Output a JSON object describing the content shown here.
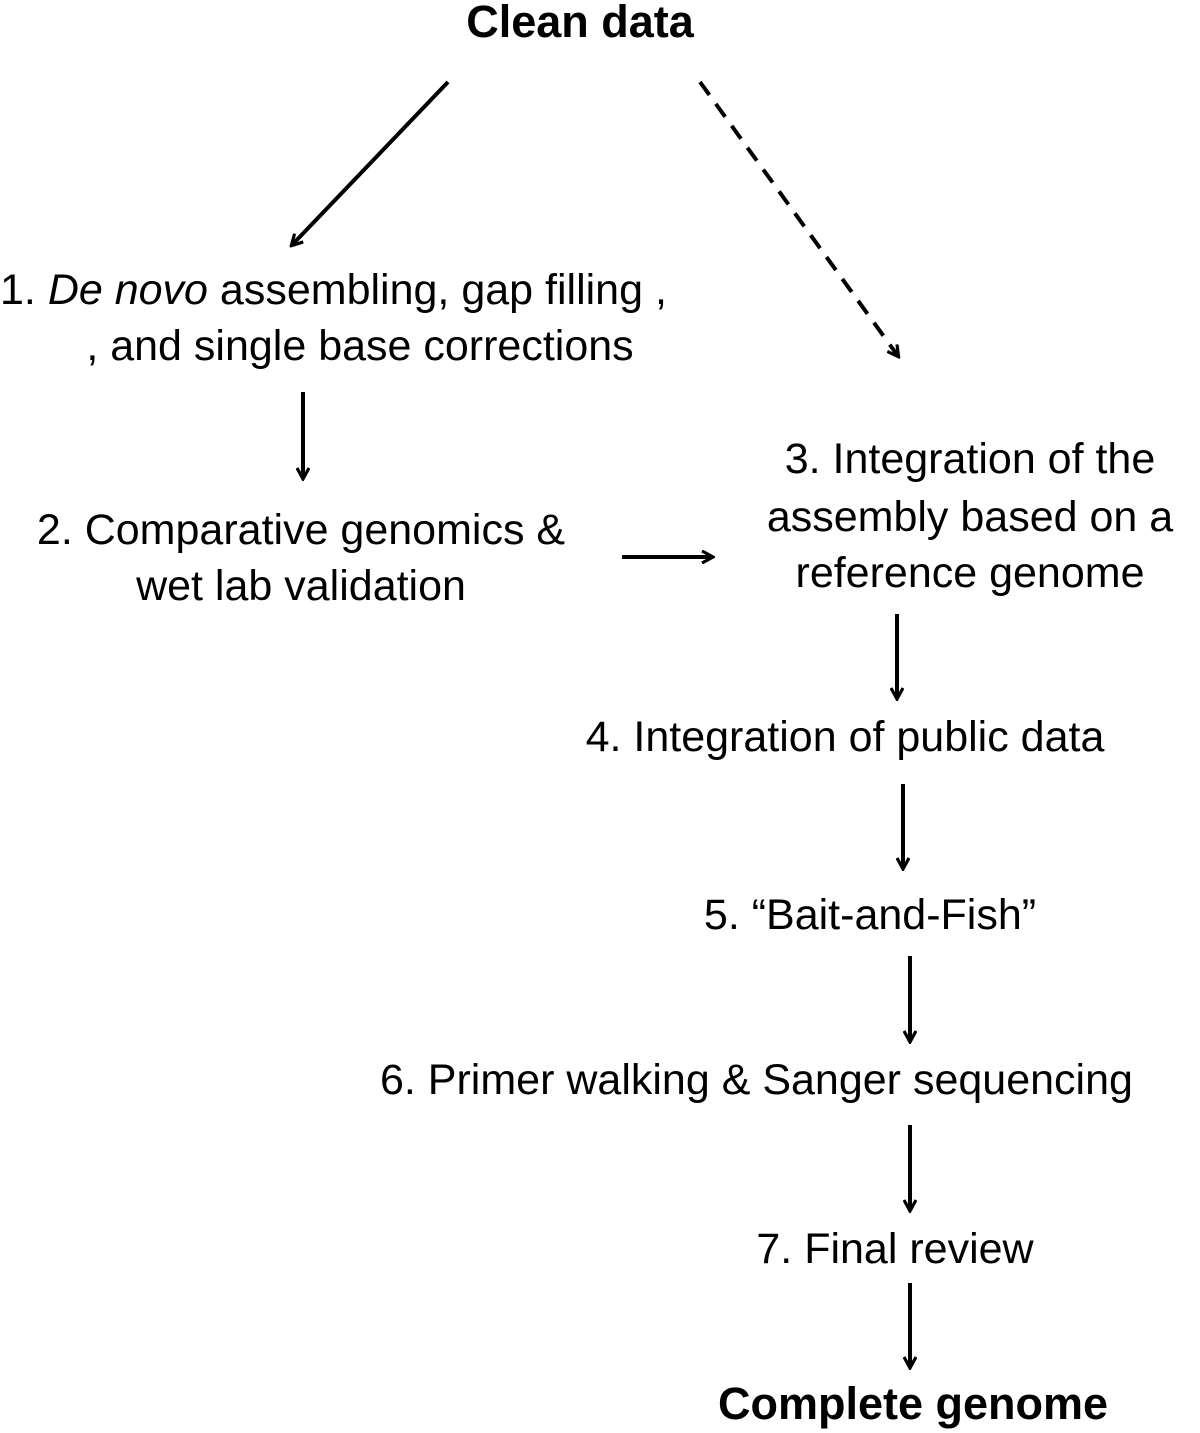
{
  "start": "Clean data",
  "end": "Complete genome",
  "steps": {
    "s1": {
      "num": "1. ",
      "italic": "De novo",
      "rest": " assembling, gap filling ,",
      "line2": ", and single base corrections"
    },
    "s2": {
      "line1": "2. Comparative genomics &",
      "line2": "wet lab validation"
    },
    "s3": {
      "line1": "3. Integration of the",
      "line2": "assembly based on a",
      "line3": "reference genome"
    },
    "s4": "4. Integration of public data",
    "s5": "5. “Bait-and-Fish”",
    "s6": "6. Primer walking & Sanger sequencing",
    "s7": "7. Final review"
  },
  "colors": {
    "text": "#000000",
    "background": "#ffffff"
  }
}
